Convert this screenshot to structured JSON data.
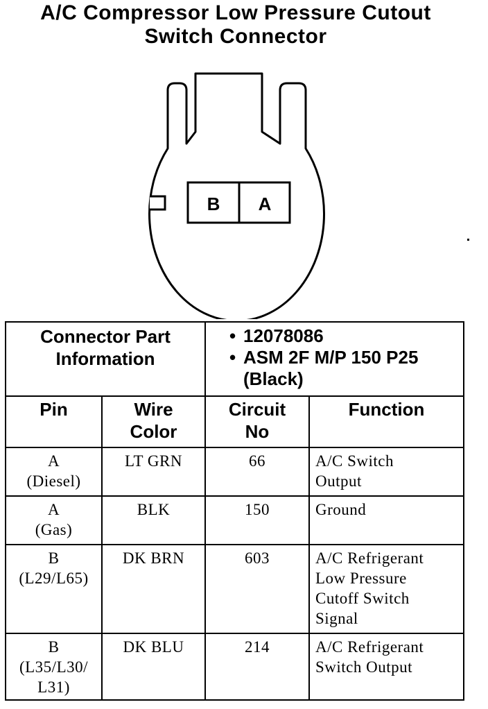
{
  "title": {
    "line1": "A/C Compressor Low Pressure Cutout",
    "line2": "Switch Connector"
  },
  "connector": {
    "cavities": [
      "B",
      "A"
    ]
  },
  "part_info": {
    "label_line1": "Connector Part",
    "label_line2": "Information",
    "bullet": "•",
    "items": [
      "12078086",
      "ASM 2F M/P 150 P25"
    ],
    "item2_cont": "(Black)"
  },
  "columns": {
    "pin": "Pin",
    "wire_line1": "Wire",
    "wire_line2": "Color",
    "circuit_line1": "Circuit",
    "circuit_line2": "No",
    "function": "Function"
  },
  "rows": [
    {
      "pin": [
        "A",
        "(Diesel)"
      ],
      "wire": "LT GRN",
      "circuit": "66",
      "function": [
        "A/C Switch",
        "Output"
      ]
    },
    {
      "pin": [
        "A",
        "(Gas)"
      ],
      "wire": "BLK",
      "circuit": "150",
      "function": [
        "Ground"
      ]
    },
    {
      "pin": [
        "B",
        "(L29/L65)"
      ],
      "wire": "DK BRN",
      "circuit": "603",
      "function": [
        "A/C Refrigerant",
        "Low Pressure",
        "Cutoff Switch",
        "Signal"
      ]
    },
    {
      "pin": [
        "B",
        "(L35/L30/",
        "L31)"
      ],
      "wire": "DK BLU",
      "circuit": "214",
      "function": [
        "A/C Refrigerant",
        "Switch Output"
      ]
    }
  ]
}
